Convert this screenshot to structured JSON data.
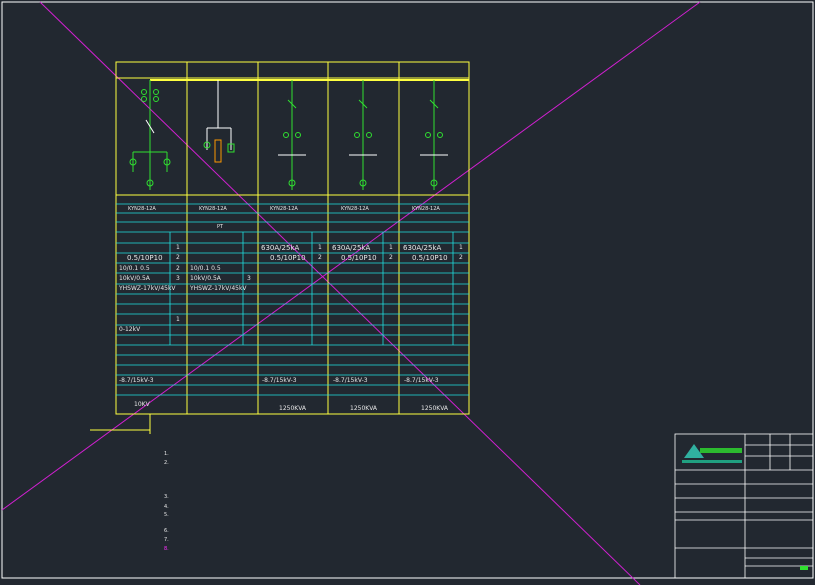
{
  "header_labels": [
    "",
    "",
    "",
    "",
    ""
  ],
  "rows": {
    "model": [
      "KYN28-12A",
      "KYN28-12A",
      "KYN28-12A",
      "KYN28-12A",
      "KYN28-12A"
    ],
    "spec1": [
      "630A/25kA",
      "630A/25kA",
      "630A/25kA"
    ],
    "ct_ratio_left": "0.5/10P10",
    "ct_ratio_cols": [
      "0.5/10P10",
      "0.5/10P10",
      "0.5/10P10"
    ],
    "pt_ratio": [
      "10/0.1 0.5",
      "10/0.1 0.5"
    ],
    "fuse": [
      "10kV/0.5A",
      "10kV/0.5A"
    ],
    "cable": [
      "YHSWZ-17kV/45kV",
      "YHSWZ-17kV/45kV"
    ],
    "volt": "0-12kV",
    "cable_out": [
      "-8.7/15kV-3",
      "-8.7/15kV-3",
      "-8.7/15kV-3",
      "-8.7/15kV-3"
    ],
    "capacity": [
      "1250KVA",
      "1250KVA",
      "1250KVA"
    ],
    "count_vals": [
      "1",
      "2",
      "2",
      "3",
      "3",
      "1",
      "1",
      "1",
      "1",
      "2",
      "2",
      "2"
    ],
    "pt_label": "PT",
    "sub_left": "10KV"
  },
  "notes_title": "",
  "notes": [
    "1.",
    "2.",
    "",
    "",
    "",
    "3.",
    "4.",
    "5.",
    "",
    "6.",
    "7.",
    "8."
  ],
  "colors": {
    "background": "#222830",
    "frame": "#ffffff",
    "table": "#ffff40",
    "rows": "#20e0e0",
    "diagonal": "#d020d0",
    "green": "#30e030",
    "red": "#ff3030"
  }
}
